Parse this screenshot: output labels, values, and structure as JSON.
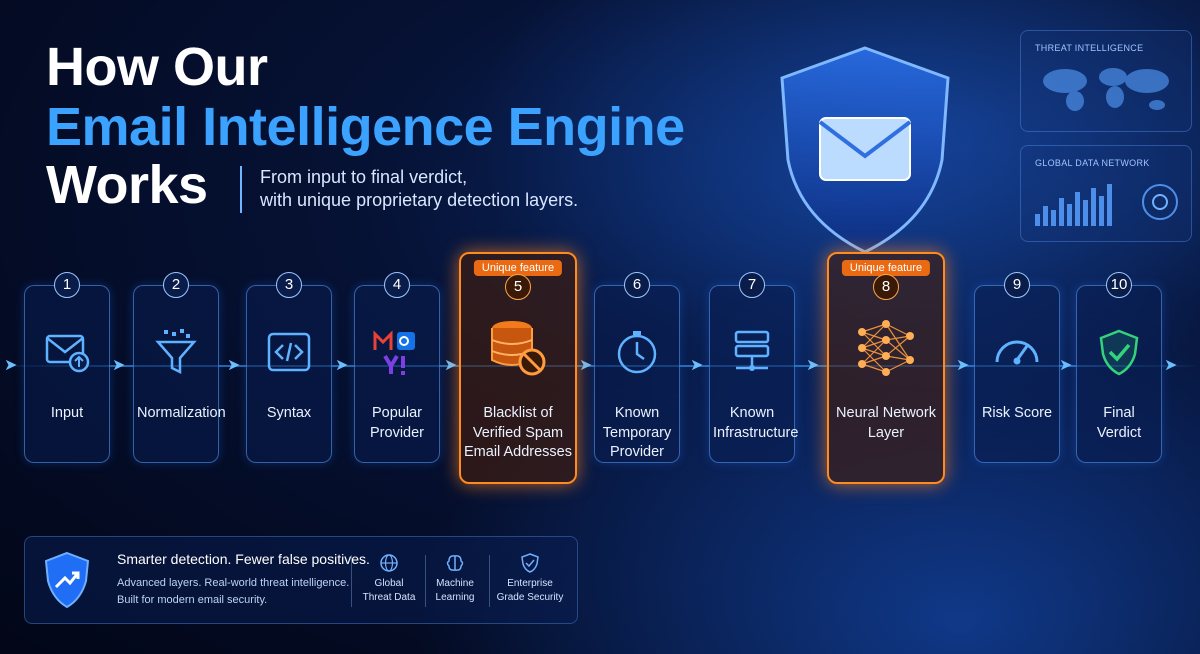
{
  "header": {
    "line1": "How Our",
    "line2": "Email Intelligence Engine",
    "line3": "Works",
    "subtitle_1": "From input to final verdict,",
    "subtitle_2": "with unique proprietary detection layers."
  },
  "panels": {
    "threat": "THREAT INTELLIGENCE",
    "network": "GLOBAL DATA NETWORK"
  },
  "steps": [
    {
      "num": "1",
      "label": "Input",
      "icon": "mail-upload-icon"
    },
    {
      "num": "2",
      "label": "Normalization",
      "icon": "funnel-icon"
    },
    {
      "num": "3",
      "label": "Syntax",
      "icon": "code-icon"
    },
    {
      "num": "4",
      "label": "Popular Provider",
      "icon": "provider-logos-icon"
    },
    {
      "num": "5",
      "label": "Blacklist of Verified Spam Email Addresses",
      "icon": "database-block-icon",
      "badge": "Unique feature"
    },
    {
      "num": "6",
      "label": "Known Temporary Provider",
      "icon": "clock-icon"
    },
    {
      "num": "7",
      "label": "Known Infrastructure",
      "icon": "server-icon"
    },
    {
      "num": "8",
      "label": "Neural Network Layer",
      "icon": "neural-network-icon",
      "badge": "Unique feature"
    },
    {
      "num": "9",
      "label": "Risk Score",
      "icon": "gauge-icon"
    },
    {
      "num": "10",
      "label": "Final Verdict",
      "icon": "shield-check-icon"
    }
  ],
  "bottom": {
    "title": "Smarter detection. Fewer false positives.",
    "text_1": "Advanced layers. Real-world threat intelligence.",
    "text_2": "Built for modern email security.",
    "features": [
      {
        "line1": "Global",
        "line2": "Threat Data",
        "icon": "globe-icon"
      },
      {
        "line1": "Machine",
        "line2": "Learning",
        "icon": "brain-icon"
      },
      {
        "line1": "Enterprise",
        "line2": "Grade Security",
        "icon": "shield-icon"
      }
    ]
  },
  "colors": {
    "accent_blue": "#3ba3ff",
    "unique_orange": "#ff8a1e",
    "verdict_green": "#34d27a"
  }
}
